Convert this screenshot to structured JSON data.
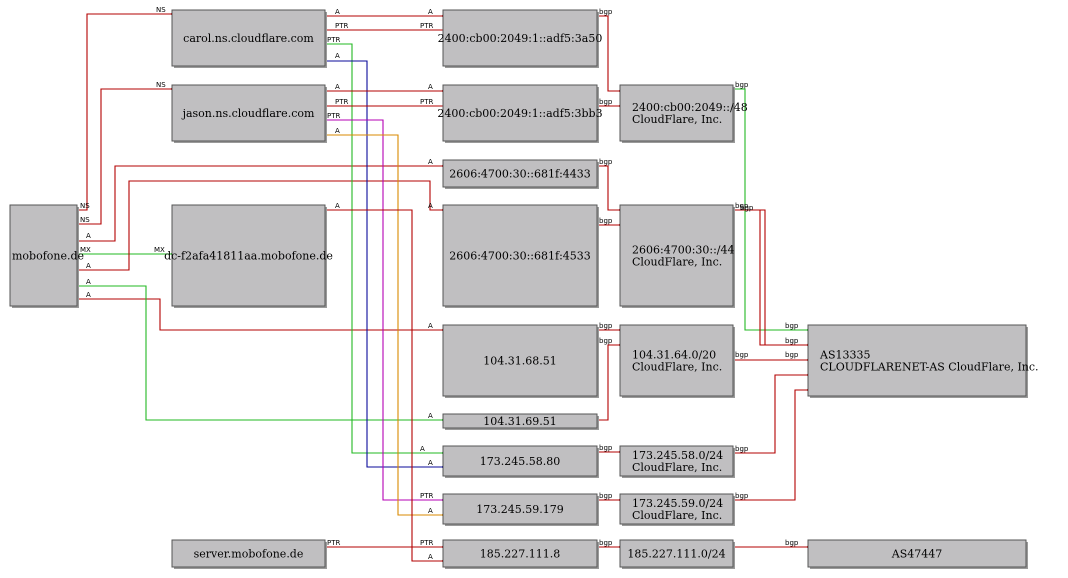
{
  "colors": {
    "red": "#b30000",
    "green": "#22b822",
    "navy": "#0a0a9a",
    "magenta": "#b400b4",
    "orange": "#d98a00",
    "node_fill": "#c0bfc1"
  },
  "nodes": {
    "mobofone": [
      "mobofone.de"
    ],
    "carol": [
      "carol.ns.cloudflare.com"
    ],
    "jason": [
      "jason.ns.cloudflare.com"
    ],
    "dc": [
      "dc-f2afa41811aa.mobofone.de"
    ],
    "server": [
      "server.mobofone.de"
    ],
    "ip6_3a50": [
      "2400:cb00:2049:1::adf5:3a50"
    ],
    "ip6_3bb3": [
      "2400:cb00:2049:1::adf5:3bb3"
    ],
    "ip6_4433": [
      "2606:4700:30::681f:4433"
    ],
    "ip6_4533": [
      "2606:4700:30::681f:4533"
    ],
    "ip_6851": [
      "104.31.68.51"
    ],
    "ip_6951": [
      "104.31.69.51"
    ],
    "ip_5880": [
      "173.245.58.80"
    ],
    "ip_59179": [
      "173.245.59.179"
    ],
    "ip_1858": [
      "185.227.111.8"
    ],
    "pfx_2400": [
      "2400:cb00:2049::/48",
      "CloudFlare, Inc."
    ],
    "pfx_2606": [
      "2606:4700:30::/44",
      "CloudFlare, Inc."
    ],
    "pfx_10431": [
      "104.31.64.0/20",
      "CloudFlare, Inc."
    ],
    "pfx_17358": [
      "173.245.58.0/24",
      "CloudFlare, Inc."
    ],
    "pfx_17359": [
      "173.245.59.0/24",
      "CloudFlare, Inc."
    ],
    "pfx_185": [
      "185.227.111.0/24"
    ],
    "as13335": [
      "AS13335",
      "CLOUDFLARENET-AS CloudFlare, Inc."
    ],
    "as47447": [
      "AS47447"
    ]
  },
  "edges": [
    {
      "from": "mobofone",
      "to": "carol",
      "label": "NS",
      "tail_label": "NS",
      "color": "red"
    },
    {
      "from": "mobofone",
      "to": "jason",
      "label": "NS",
      "tail_label": "NS",
      "color": "red"
    },
    {
      "from": "mobofone",
      "to": "dc",
      "label": "MX",
      "tail_label": "MX",
      "color": "green"
    },
    {
      "from": "mobofone",
      "to": "ip6_4433",
      "label": "A",
      "tail_label": "A",
      "color": "red"
    },
    {
      "from": "mobofone",
      "to": "ip6_4533",
      "label": "A",
      "tail_label": "A",
      "color": "red"
    },
    {
      "from": "mobofone",
      "to": "ip_6851",
      "label": "A",
      "tail_label": "A",
      "color": "red"
    },
    {
      "from": "mobofone",
      "to": "ip_6951",
      "label": "A",
      "tail_label": "A",
      "color": "green"
    },
    {
      "from": "carol",
      "to": "ip6_3a50",
      "label": "A",
      "tail_label": "A",
      "color": "red"
    },
    {
      "from": "ip6_3a50",
      "to": "carol",
      "label": "PTR",
      "tail_label": "PTR",
      "color": "red"
    },
    {
      "from": "carol",
      "to": "ip_5880",
      "label": "A",
      "tail_label": "PTR",
      "color": "green"
    },
    {
      "from": "carol",
      "to": "ip_5880",
      "label": "A",
      "tail_label": "A",
      "color": "navy"
    },
    {
      "from": "jason",
      "to": "ip6_3bb3",
      "label": "A",
      "tail_label": "A",
      "color": "red"
    },
    {
      "from": "ip6_3bb3",
      "to": "jason",
      "label": "PTR",
      "tail_label": "PTR",
      "color": "red"
    },
    {
      "from": "jason",
      "to": "ip_59179",
      "label": "PTR",
      "tail_label": "PTR",
      "color": "magenta"
    },
    {
      "from": "jason",
      "to": "ip_59179",
      "label": "A",
      "tail_label": "A",
      "color": "orange"
    },
    {
      "from": "dc",
      "to": "ip_1858",
      "label": "A",
      "tail_label": "A",
      "color": "red"
    },
    {
      "from": "server",
      "to": "ip_1858",
      "label": "PTR",
      "tail_label": "PTR",
      "color": "red"
    },
    {
      "from": "ip6_3a50",
      "to": "pfx_2400",
      "label": "bgp",
      "color": "red"
    },
    {
      "from": "ip6_3bb3",
      "to": "pfx_2400",
      "label": "bgp",
      "color": "red"
    },
    {
      "from": "ip6_4433",
      "to": "pfx_2606",
      "label": "bgp",
      "color": "red"
    },
    {
      "from": "ip6_4533",
      "to": "pfx_2606",
      "label": "bgp",
      "color": "red"
    },
    {
      "from": "ip_6851",
      "to": "pfx_10431",
      "label": "bgp",
      "color": "red"
    },
    {
      "from": "ip_6951",
      "to": "pfx_10431",
      "label": "bgp",
      "color": "red"
    },
    {
      "from": "ip_5880",
      "to": "pfx_17358",
      "label": "bgp",
      "color": "red"
    },
    {
      "from": "ip_59179",
      "to": "pfx_17359",
      "label": "bgp",
      "color": "red"
    },
    {
      "from": "ip_1858",
      "to": "pfx_185",
      "label": "bgp",
      "color": "red"
    },
    {
      "from": "pfx_2400",
      "to": "as13335",
      "label": "bgp",
      "color": "green"
    },
    {
      "from": "pfx_2606",
      "to": "as13335",
      "label": "bgp",
      "color": "red"
    },
    {
      "from": "pfx_2606",
      "to": "as13335",
      "label": "bgp",
      "color": "red"
    },
    {
      "from": "pfx_10431",
      "to": "as13335",
      "label": "bgp",
      "color": "red"
    },
    {
      "from": "pfx_17358",
      "to": "as13335",
      "label": "bgp",
      "color": "red"
    },
    {
      "from": "pfx_17359",
      "to": "as13335",
      "label": "bgp",
      "color": "red"
    },
    {
      "from": "pfx_185",
      "to": "as47447",
      "label": "bgp",
      "color": "red"
    }
  ]
}
